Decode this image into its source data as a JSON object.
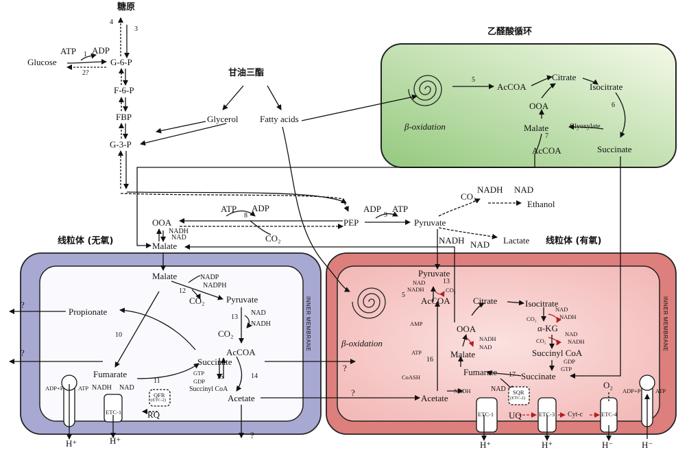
{
  "headers": {
    "glycogen": "糖原",
    "triglyceride": "甘油三酯",
    "glyoxylate_cycle": "乙醛酸循环",
    "mito_anaerobic": "线粒体 (无氧)",
    "mito_aerobic": "线粒体 (有氧)"
  },
  "glycolysis": {
    "glucose": "Glucose",
    "atp": "ATP",
    "adp": "ADP",
    "step1": "1",
    "step2": "2?",
    "g6p": "G-6-P",
    "f6p": "F-6-P",
    "fbp": "FBP",
    "g3p": "G-3-P",
    "step3": "3",
    "step4": "4"
  },
  "lipid": {
    "glycerol": "Glycerol",
    "fatty_acids": "Fatty acids"
  },
  "cytosol": {
    "pep": "PEP",
    "pyruvate": "Pyruvate",
    "ooa": "OOA",
    "malate": "Malate",
    "co2": "CO₂",
    "atp8": "ATP",
    "adp8": "ADP",
    "step8": "8",
    "adp9": "ADP",
    "atp9": "ATP",
    "step9": "9",
    "nadh_top": "NADH",
    "nad_top": "NAD",
    "co2_top": "CO₂",
    "ethanol": "Ethanol",
    "nadh_lac": "NADH",
    "nad_lac": "NAD",
    "lactate": "Lactate",
    "nadh_ooa": "NADH",
    "nad_ooa": "NAD"
  },
  "glyoxylate": {
    "beta_ox": "β-oxidation",
    "step5": "5",
    "accoa": "AcCOA",
    "citrate": "Citrate",
    "isocitrate": "Isocitrate",
    "step6": "6",
    "ooa": "OOA",
    "malate": "Malate",
    "glyoxylate": "Glyoxylate",
    "step7": "7",
    "accoa2": "AcCOA",
    "succinate": "Succinate"
  },
  "anaerobic": {
    "malate": "Malate",
    "nadp": "NADP",
    "nadph": "NADPH",
    "step12": "12",
    "co2_12": "CO₂",
    "pyruvate": "Pyruvate",
    "step13": "13",
    "nad13": "NAD",
    "nadh13": "NADH",
    "co2_13": "CO₂",
    "accoa": "AcCOA",
    "propionate": "Propionate",
    "step10": "10",
    "succinate": "Succinate",
    "fumarate": "Fumarate",
    "step11": "11",
    "gtp": "GTP",
    "gdp": "GDP",
    "step15": "15",
    "succinyl_coa": "Succinyl CoA",
    "step14": "14",
    "acetate": "Acetate",
    "qfr": "QFR",
    "etc2": "(ETC-2)",
    "rq": "RQ",
    "etc1": "ETC-1",
    "adp_p": "ADP+P",
    "atp": "ATP",
    "nadh": "NADH",
    "nad": "NAD",
    "hplus1": "H⁺",
    "hplus2": "H⁺",
    "q1": "?",
    "q2": "?",
    "q3": "?",
    "q4": "?",
    "inner_membrane": "INNER MEMBRANE"
  },
  "aerobic": {
    "pyruvate": "Pyruvate",
    "step13": "13",
    "nad": "NAD",
    "nadh": "NADH",
    "co2": "CO₂",
    "step5": "5",
    "accoa": "AcCOA",
    "beta_ox": "β-oxidation",
    "citrate": "Citrate",
    "isocitrate": "Isocitrate",
    "nad_i": "NAD",
    "co2_i": "CO₂",
    "nadh_i": "NADH",
    "akg": "α-KG",
    "nad_k": "NAD",
    "co2_k": "CO₂",
    "nadh_k": "NADH",
    "succinyl_coa": "Succinyl CoA",
    "gdp": "GDP",
    "gtp": "GTP",
    "succinate": "Succinate",
    "step17": "17",
    "fumarate": "Fumarate",
    "malate": "Malate",
    "ooa": "OOA",
    "nadh_o": "NADH",
    "nad_o": "NAD",
    "amp": "AMP",
    "atp": "ATP",
    "step16": "16",
    "coash": "CoASH",
    "acetate": "Acetate",
    "nadh_e": "NADH",
    "nad_e": "NAD",
    "sqr": "SQR",
    "etc2": "(ETC-2)",
    "etc1": "ETC-1",
    "uq": "UQ",
    "etc3": "ETC-3",
    "cytc": "Cyt-c",
    "etc4": "ETC-4",
    "o2": "O₂",
    "adp_p": "ADP+P",
    "atp2": "ATP",
    "hplus1": "H⁺",
    "hplus2": "H⁺",
    "hplus3": "H⁻",
    "hplus4": "H⁻",
    "q5": "?",
    "inner_membrane": "INNER MEMBRANE"
  },
  "colors": {
    "glyox_fill_light": "#f1f7e4",
    "glyox_fill_dark": "#9dcf86",
    "anaerobic_outer": "#a8a9d2",
    "anaerobic_inner": "#fafafe",
    "aerobic_outer": "#dd7f7c",
    "aerobic_inner": "#f8cccc"
  }
}
